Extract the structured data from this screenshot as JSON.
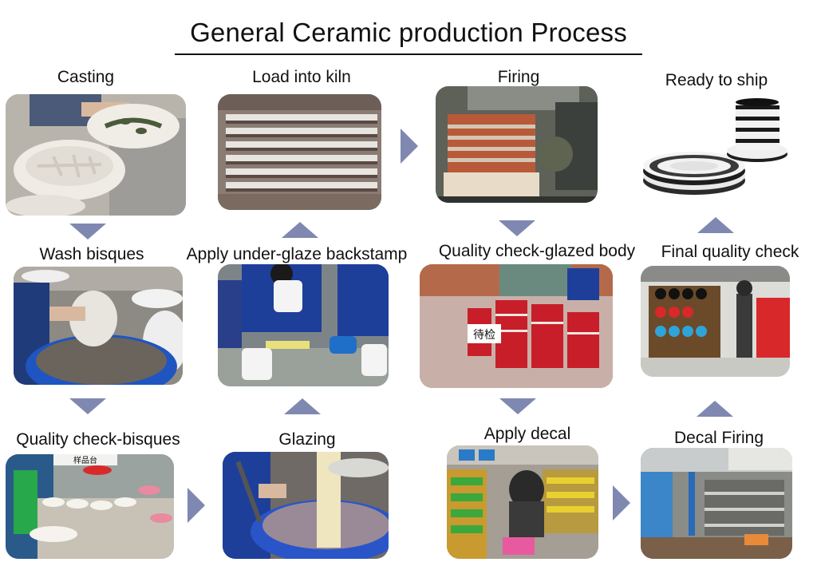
{
  "title": "General Ceramic production Process",
  "colors": {
    "arrow": "#7f88b0",
    "text": "#111111"
  },
  "steps": [
    {
      "label": "Casting"
    },
    {
      "label": "Load into kiln"
    },
    {
      "label": "Firing"
    },
    {
      "label": "Ready to ship"
    },
    {
      "label": "Wash bisques"
    },
    {
      "label": "Apply under-glaze backstamp"
    },
    {
      "label": "Quality check-glazed body"
    },
    {
      "label": "Final quality check"
    },
    {
      "label": "Quality check-bisques"
    },
    {
      "label": "Glazing"
    },
    {
      "label": "Apply decal"
    },
    {
      "label": "Decal Firing"
    }
  ],
  "photo_texts": {
    "pending_sign": "待检",
    "bisque_sign": "样品台"
  }
}
